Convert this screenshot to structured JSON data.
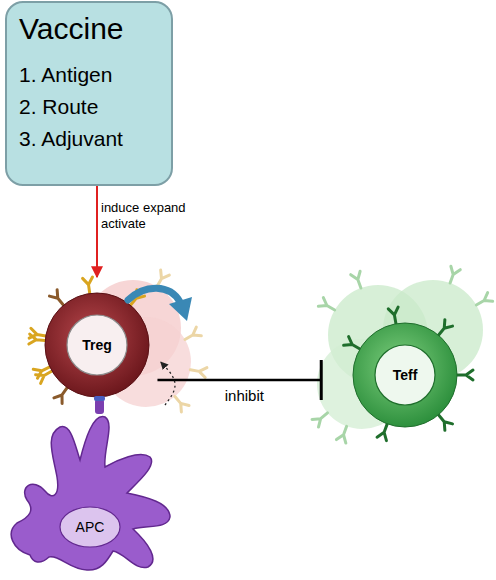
{
  "diagram": {
    "nodes": [
      {
        "text": [
          "Vaccine",
          "1. Antigen",
          "2. Route",
          "3. Adjuvant"
        ]
      },
      {
        "text": [
          "Treg"
        ]
      },
      {
        "text": [
          "APC"
        ]
      },
      {
        "text": [
          "Teff"
        ]
      }
    ],
    "edges": [
      {
        "from": 0,
        "to": 1,
        "arrow": "to",
        "label": "induce expand activate"
      },
      {
        "from": 1,
        "to": 3,
        "arrow": "to",
        "label": "inhibit"
      },
      {
        "from": 2,
        "to": 1,
        "arrow": "to"
      }
    ]
  }
}
